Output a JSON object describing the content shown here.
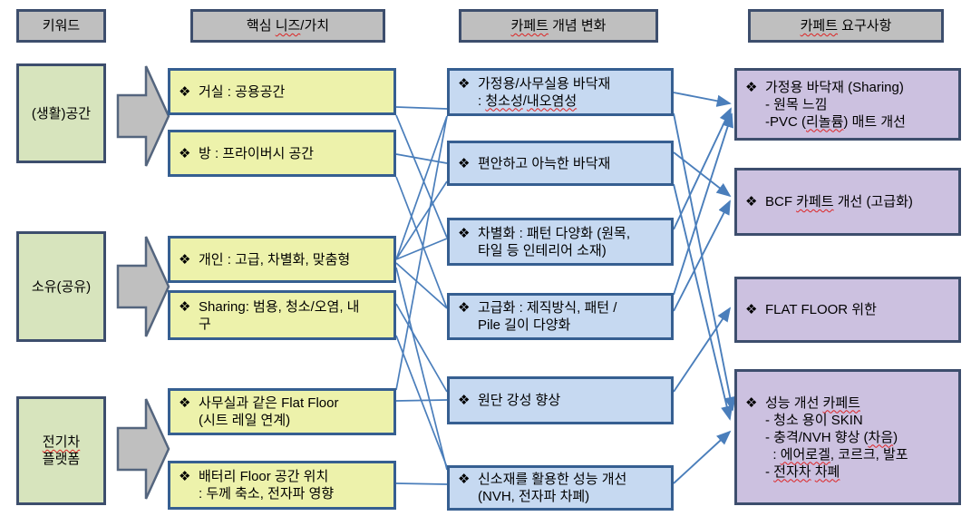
{
  "icons": {
    "bullet": "❖"
  },
  "colors": {
    "header_fill": "#BFBFBF",
    "keyword_fill": "#D7E4BD",
    "need_fill": "#EDF2AB",
    "concept_fill": "#C6D9F1",
    "requirement_fill": "#CCC1E0",
    "border_dark": "#3D4E6D",
    "border_blue": "#365F91",
    "connector_line": "#4A7EBB",
    "squiggle": "#D22222"
  },
  "headers": [
    [
      {
        "t": "키워드"
      }
    ],
    [
      {
        "t": "핵심 "
      },
      {
        "t": "니즈",
        "sq": true
      },
      {
        "t": "/가치"
      }
    ],
    [
      {
        "t": "카페트",
        "sq": true
      },
      {
        "t": " 개념 변화"
      }
    ],
    [
      {
        "t": "카페트",
        "sq": true
      },
      {
        "t": " 요구사항"
      }
    ]
  ],
  "keywords": [
    [
      {
        "t": "(생활)공간"
      }
    ],
    [
      {
        "t": "소유(공유)"
      }
    ],
    [
      {
        "t": "전기차",
        "sq": true
      },
      {
        "t": "\n플랫폼"
      }
    ]
  ],
  "needs": [
    [
      {
        "t": "거실 : 공용공간"
      }
    ],
    [
      {
        "t": "방 : 프라이버시 공간"
      }
    ],
    [
      {
        "t": "개인 : 고급, 차별화, 맞춤형"
      }
    ],
    [
      {
        "t": "Sharing: 범용, 청소/오염, 내\n구"
      }
    ],
    [
      {
        "t": "사무실과 같은 Flat Floor\n(시트 레일 연계)"
      }
    ],
    [
      {
        "t": "배터리 Floor 공간 위치\n: 두께 축소, 전자파 영향"
      }
    ]
  ],
  "concepts": [
    [
      {
        "t": "가정용/사무실용 바닥재\n: "
      },
      {
        "t": "청소성",
        "sq": true
      },
      {
        "t": "/"
      },
      {
        "t": "내오염성",
        "sq": true
      }
    ],
    [
      {
        "t": "편안하고 아늑한 바닥재"
      }
    ],
    [
      {
        "t": "차별화 : 패턴 다양화 (원목,\n타일 등 인테리어 소재)"
      }
    ],
    [
      {
        "t": "고급화 : 제직방식, 패턴 /\nPile 길이 다양화"
      }
    ],
    [
      {
        "t": "원단 강성 향상"
      }
    ],
    [
      {
        "t": "신소재를 활용한 성능 개선\n(NVH, 전자파 차폐)"
      }
    ]
  ],
  "requirements": [
    [
      {
        "t": "가정용 바닥재 (Sharing)\n- 원목 느낌\n-PVC ("
      },
      {
        "t": "리놀륨",
        "sq": true
      },
      {
        "t": ") 매트 개선"
      }
    ],
    [
      {
        "t": "BCF "
      },
      {
        "t": "카페트",
        "sq": true
      },
      {
        "t": " 개선 (고급화)"
      }
    ],
    [
      {
        "t": "FLAT FLOOR 위한"
      }
    ],
    [
      {
        "t": "성능 개선 "
      },
      {
        "t": "카페트",
        "sq": true
      },
      {
        "t": "\n- 청소 용이 SKIN\n- 충격/NVH 향상 ("
      },
      {
        "t": "차음",
        "sq": true
      },
      {
        "t": ")\n  : "
      },
      {
        "t": "에어로겔",
        "sq": true
      },
      {
        "t": ", 코르크, 발포\n- "
      },
      {
        "t": "전자차",
        "sq": true
      },
      {
        "t": " "
      },
      {
        "t": "차폐",
        "sq": true
      }
    ]
  ]
}
